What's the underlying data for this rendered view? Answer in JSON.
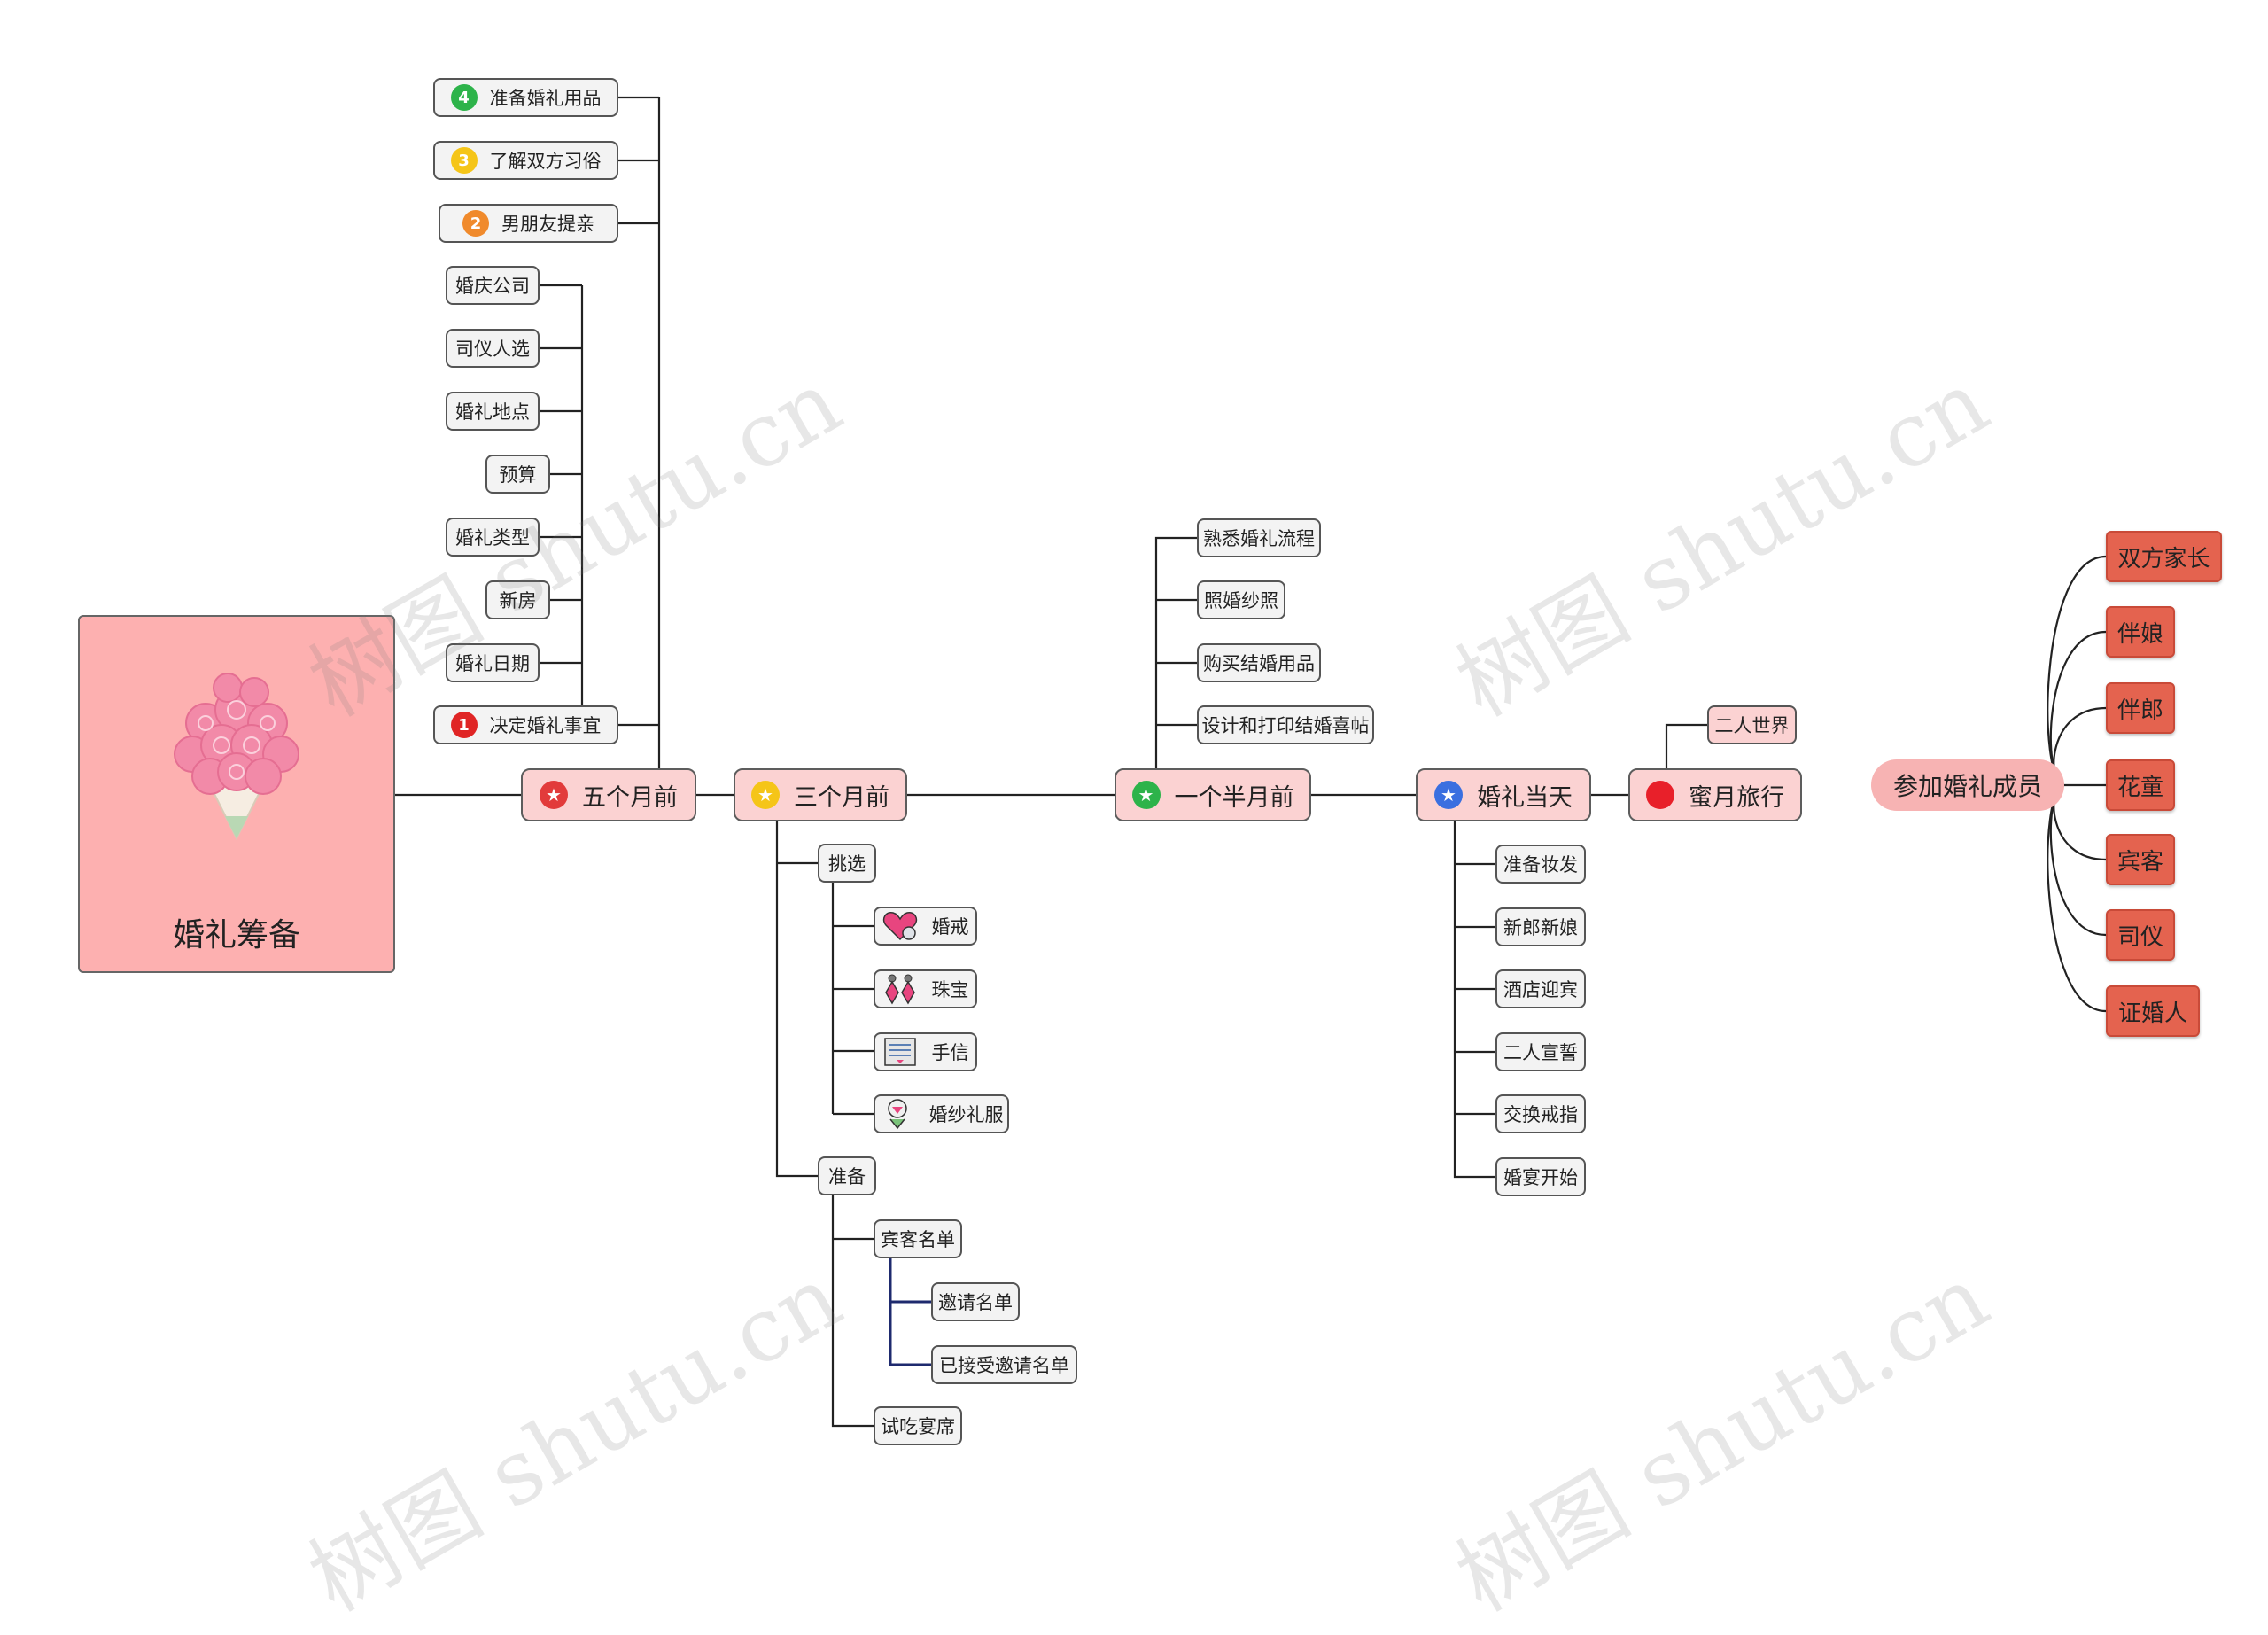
{
  "root": {
    "label": "婚礼筹备"
  },
  "watermark": "树图 shutu.cn",
  "colors": {
    "root_fill": "#fdb0b0",
    "main_fill": "#fbd2d2",
    "sub_fill": "#f3f3f3",
    "member_fill": "#e4634f",
    "members_center_fill": "#f7b3b3",
    "line": "#222222"
  },
  "timeline": {
    "five_months": {
      "label": "五个月前",
      "icon": "red-star-icon",
      "tasks": [
        {
          "label": "准备婚礼用品",
          "icon": "priority-4-icon",
          "marker": "4"
        },
        {
          "label": "了解双方习俗",
          "icon": "priority-3-icon",
          "marker": "3"
        },
        {
          "label": "男朋友提亲",
          "icon": "priority-2-icon",
          "marker": "2"
        },
        {
          "label": "决定婚礼事宜",
          "icon": "priority-1-icon",
          "marker": "1"
        }
      ],
      "decide_items": [
        "婚庆公司",
        "司仪人选",
        "婚礼地点",
        "预算",
        "婚礼类型",
        "新房",
        "婚礼日期"
      ]
    },
    "three_months": {
      "label": "三个月前",
      "icon": "yellow-star-icon",
      "select": {
        "label": "挑选",
        "items": [
          {
            "label": "婚戒",
            "icon": "heart-ring-icon"
          },
          {
            "label": "珠宝",
            "icon": "earrings-icon"
          },
          {
            "label": "手信",
            "icon": "gift-box-icon"
          },
          {
            "label": "婚纱礼服",
            "icon": "wedding-dress-icon"
          }
        ]
      },
      "prepare": {
        "label": "准备",
        "guest_list": {
          "label": "宾客名单",
          "items": [
            "邀请名单",
            "已接受邀请名单"
          ]
        },
        "tasting": "试吃宴席"
      }
    },
    "one_half_months": {
      "label": "一个半月前",
      "icon": "green-star-icon",
      "items": [
        "熟悉婚礼流程",
        "照婚纱照",
        "购买结婚用品",
        "设计和打印结婚喜帖"
      ]
    },
    "wedding_day": {
      "label": "婚礼当天",
      "icon": "blue-star-icon",
      "items": [
        "准备妆发",
        "新郎新娘",
        "酒店迎宾",
        "二人宣誓",
        "交换戒指",
        "婚宴开始"
      ]
    },
    "honeymoon": {
      "label": "蜜月旅行",
      "icon": "red-dot-icon",
      "items": [
        "二人世界"
      ]
    }
  },
  "members": {
    "label": "参加婚礼成员",
    "items": [
      "双方家长",
      "伴娘",
      "伴郎",
      "花童",
      "宾客",
      "司仪",
      "证婚人"
    ]
  }
}
